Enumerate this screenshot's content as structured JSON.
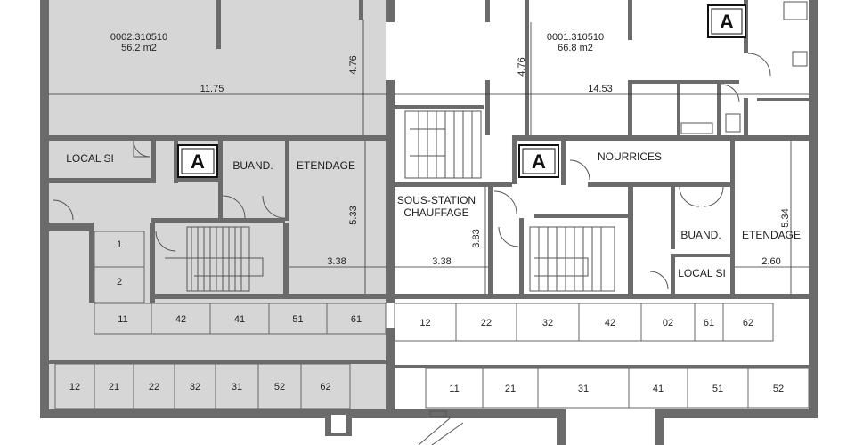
{
  "colors": {
    "wall": "#6b6b6b",
    "shaded": "#d6d6d6",
    "white": "#ffffff"
  },
  "rooms": {
    "left_unit_id": "0002.310510",
    "left_unit_area": "56.2 m2",
    "right_unit_id": "0001.310510",
    "right_unit_area": "66.8 m2",
    "local_si_left": "LOCAL SI",
    "buand_left": "BUAND.",
    "etendage_left": "ETENDAGE",
    "sous_station_1": "SOUS-STATION",
    "sous_station_2": "CHAUFFAGE",
    "nourrices": "NOURRICES",
    "buand_right": "BUAND.",
    "etendage_right": "ETENDAGE",
    "local_si_right": "LOCAL SI"
  },
  "markers": {
    "a": "A"
  },
  "dims": {
    "d1175": "11.75",
    "d1453": "14.53",
    "d476a": "4.76",
    "d476b": "4.76",
    "d533": "5.33",
    "d534": "5.34",
    "d383": "3.83",
    "d338a": "3.38",
    "d338b": "3.38",
    "d260": "2.60"
  },
  "lockers": {
    "left_col": [
      "1",
      "2"
    ],
    "left_row1": [
      "11",
      "42",
      "41",
      "51",
      "61"
    ],
    "left_row2": [
      "12",
      "21",
      "22",
      "32",
      "31",
      "52",
      "62"
    ],
    "right_row1": [
      "12",
      "22",
      "32",
      "42",
      "02",
      "61",
      "62"
    ],
    "right_row2": [
      "11",
      "21",
      "31",
      "41",
      "51",
      "52"
    ]
  }
}
